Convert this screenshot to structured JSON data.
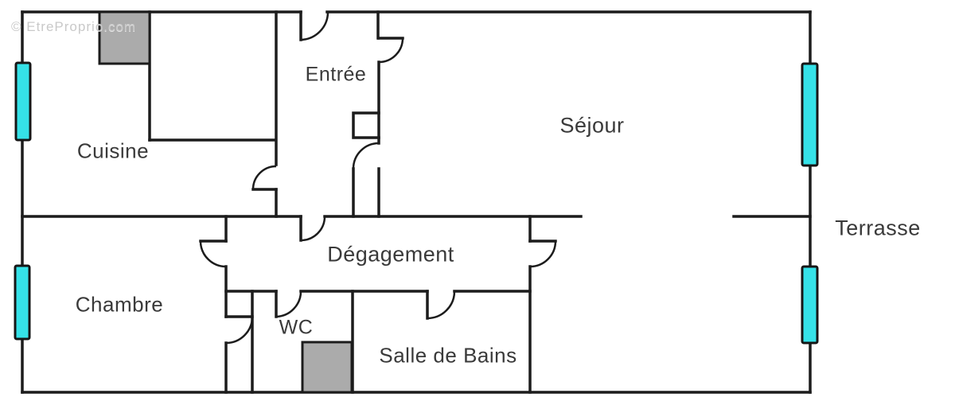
{
  "watermark": {
    "text": "© EtreProprio.com"
  },
  "rooms": {
    "cuisine": {
      "label": "Cuisine"
    },
    "entree": {
      "label": "Entrée"
    },
    "sejour": {
      "label": "Séjour"
    },
    "terrasse": {
      "label": "Terrasse"
    },
    "degagement": {
      "label": "Dégagement"
    },
    "chambre": {
      "label": "Chambre"
    },
    "wc": {
      "label": "WC"
    },
    "salle_de_bains": {
      "label": "Salle de Bains"
    }
  },
  "colors": {
    "wall": "#1c1c1c",
    "door_arc": "#1c1c1c",
    "window_fill": "#35e2e8",
    "window_stroke": "#161616",
    "utility_fill": "#ababab",
    "label_text": "#3a3a3a",
    "watermark_text": "#c9c9c9",
    "background": "#ffffff"
  }
}
